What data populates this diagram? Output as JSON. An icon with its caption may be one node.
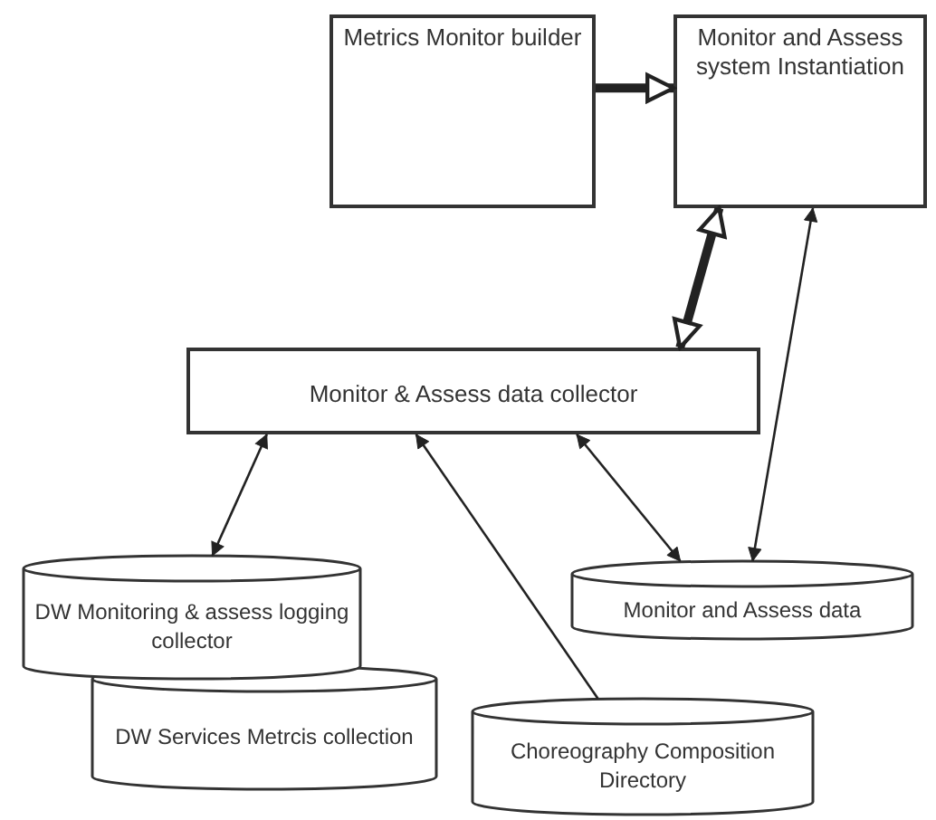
{
  "diagram": {
    "nodes": [
      {
        "text": [
          "Metrics Monitor builder"
        ]
      },
      {
        "text": [
          "Monitor and Assess system Instantiation"
        ]
      },
      {
        "text": [
          "Monitor & Assess data collector"
        ]
      },
      {
        "text": [
          "DW Monitoring & assess logging collector"
        ]
      },
      {
        "text": [
          "DW Services Metrcis collection"
        ]
      },
      {
        "text": [
          "Choreography Composition Directory"
        ]
      },
      {
        "text": [
          "Monitor and Assess data"
        ]
      }
    ],
    "edges": [
      {
        "from": 0,
        "to": 1,
        "arrow": "to",
        "style": "thick"
      },
      {
        "from": 2,
        "to": 1,
        "arrow": "both",
        "style": "thick"
      },
      {
        "from": 2,
        "to": 3,
        "arrow": "both"
      },
      {
        "from": 5,
        "to": 2,
        "arrow": "to"
      },
      {
        "from": 2,
        "to": 6,
        "arrow": "both"
      },
      {
        "from": 1,
        "to": 6,
        "arrow": "both"
      }
    ]
  }
}
